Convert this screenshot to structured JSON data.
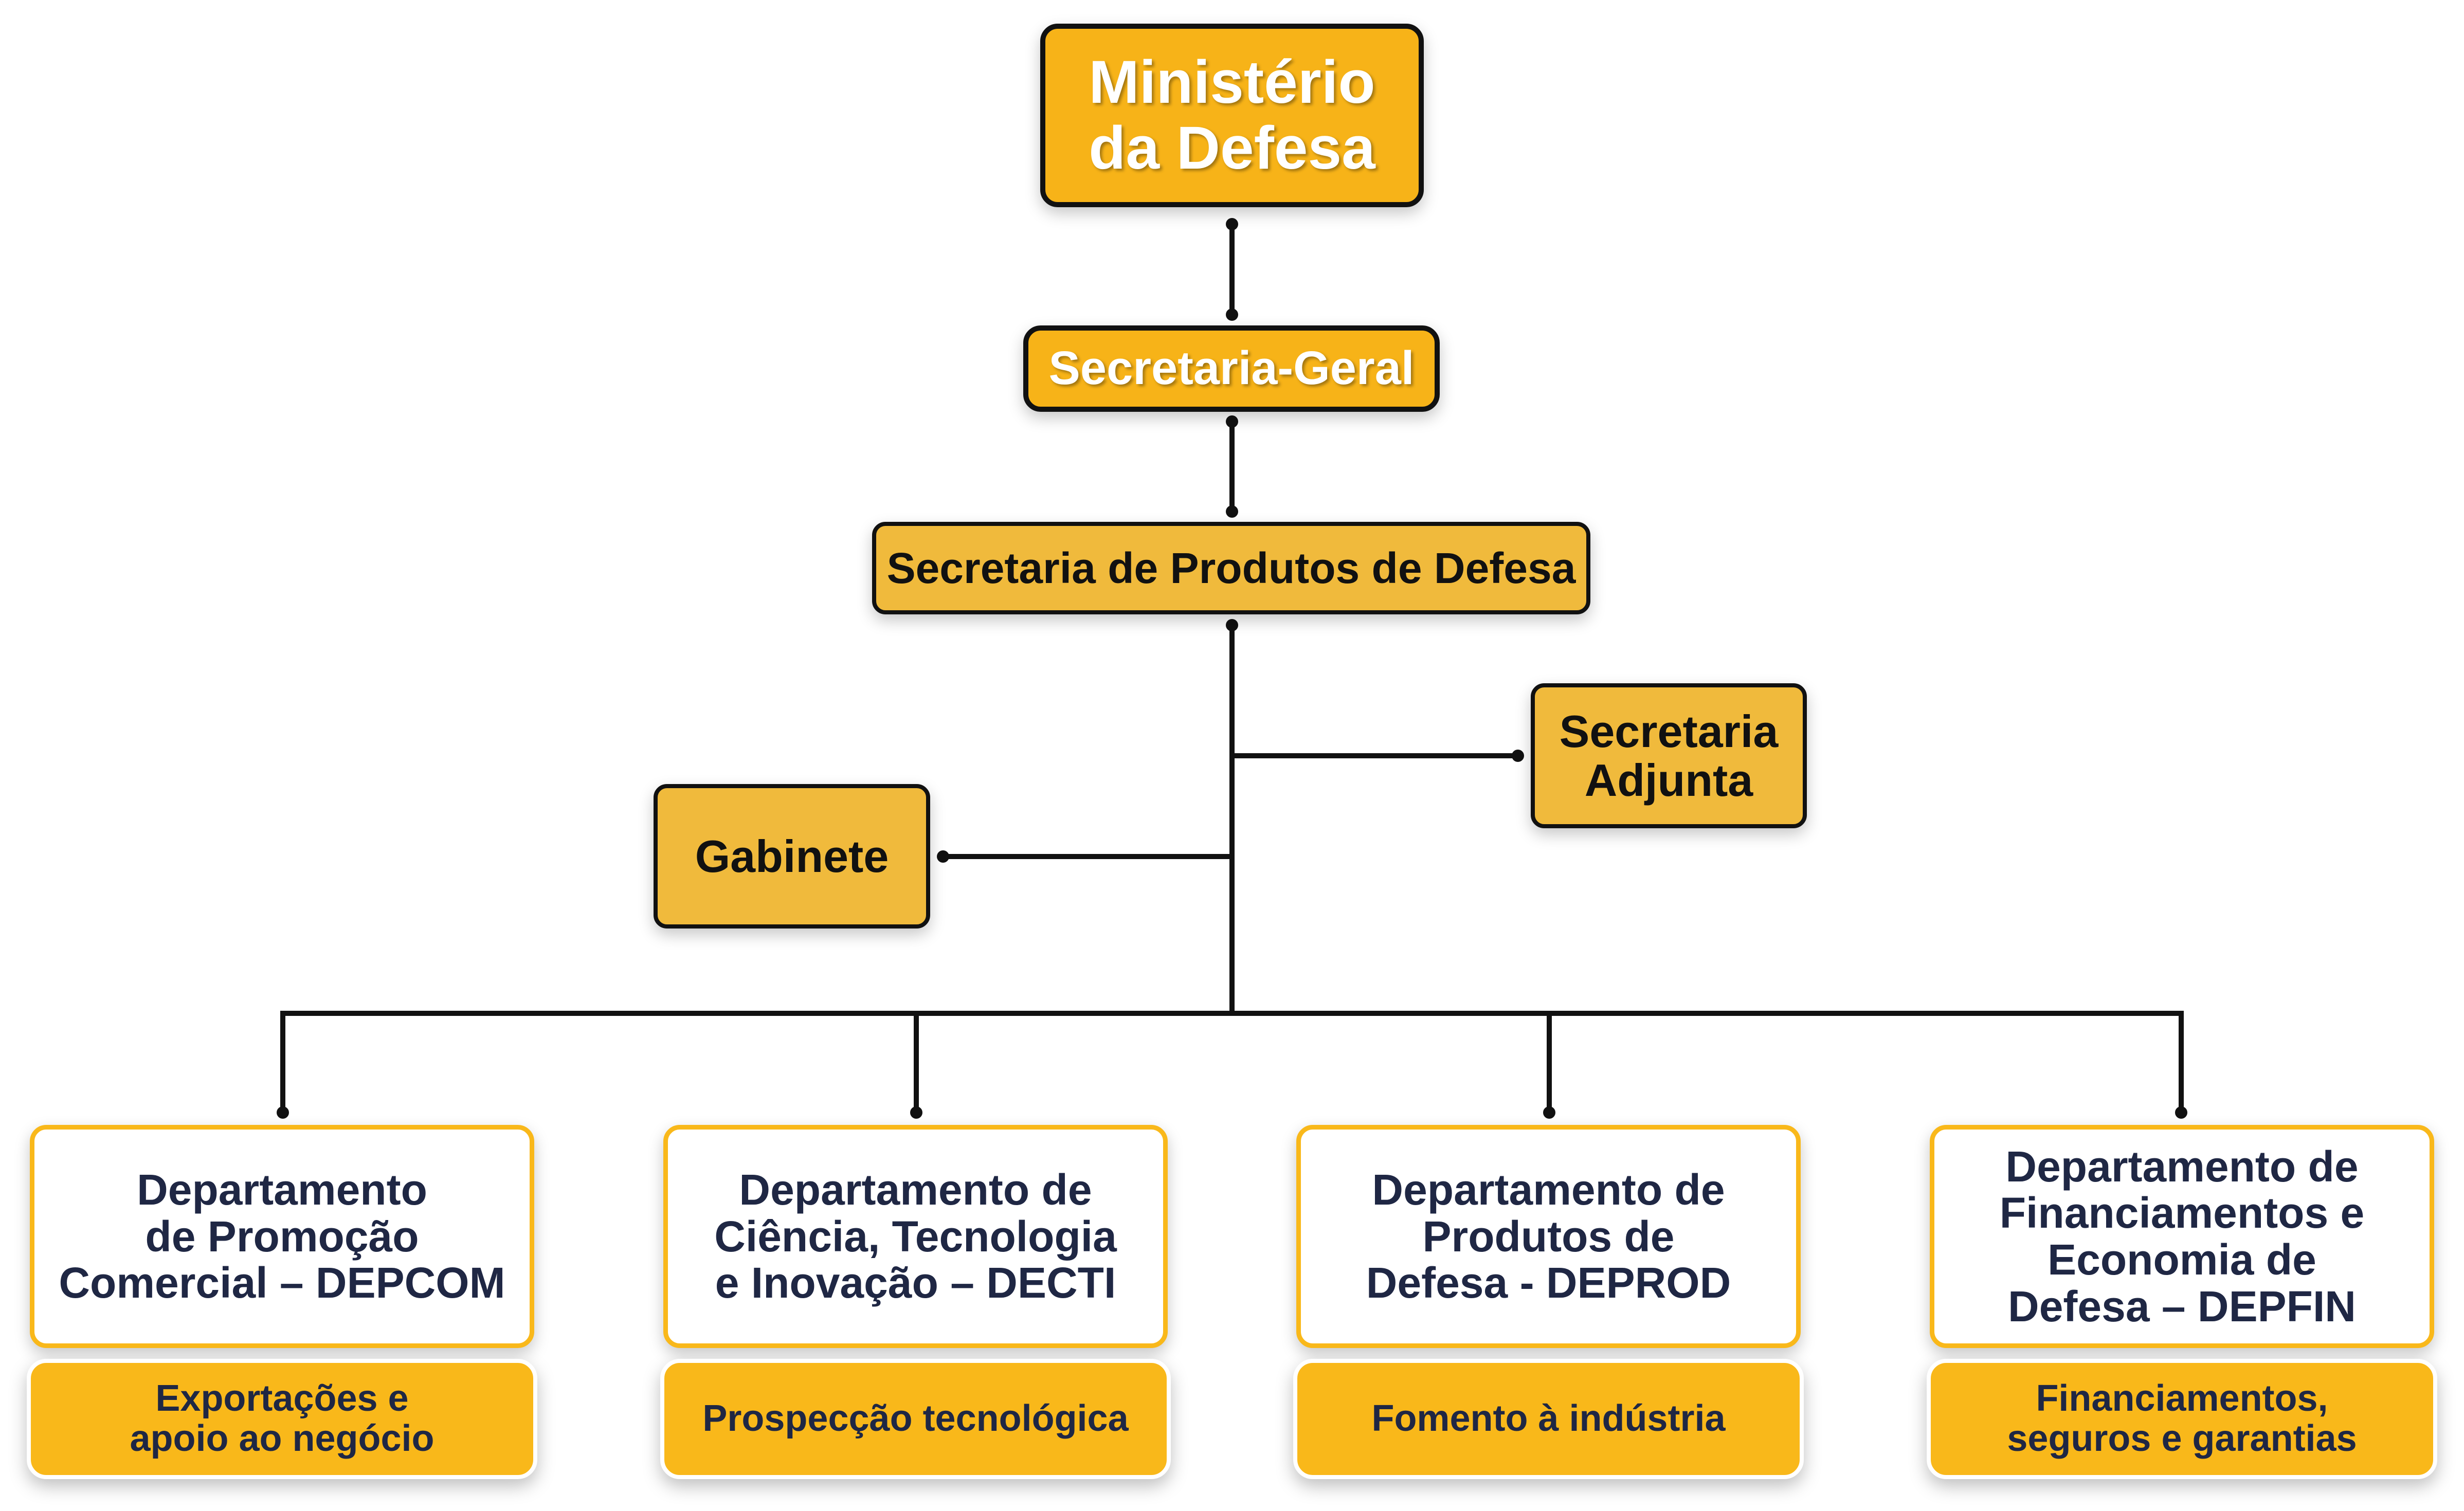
{
  "ministry": {
    "label": "Ministério\nda Defesa"
  },
  "secretaria_geral": {
    "label": "Secretaria-Geral"
  },
  "seprod": {
    "label": "Secretaria de Produtos de Defesa"
  },
  "secretaria_adjunta": {
    "label": "Secretaria\nAdjunta"
  },
  "gabinete": {
    "label": "Gabinete"
  },
  "departments": [
    {
      "name": "Departamento\nde Promoção\nComercial – DEPCOM",
      "function": "Exportações e\napoio ao negócio"
    },
    {
      "name": "Departamento de\nCiência, Tecnologia\ne Inovação – DECTI",
      "function": "Prospecção tecnológica"
    },
    {
      "name": "Departamento de\nProdutos de\nDefesa - DEPROD",
      "function": "Fomento à indústria"
    },
    {
      "name": "Departamento de\nFinanciamentos e\nEconomia de\nDefesa – DEPFIN",
      "function": "Financiamentos,\nseguros e garantias"
    }
  ],
  "colors": {
    "primary": "#F7B318",
    "secondary": "#F0BA3C",
    "text_dark": "#1F2744",
    "line": "#111111"
  }
}
